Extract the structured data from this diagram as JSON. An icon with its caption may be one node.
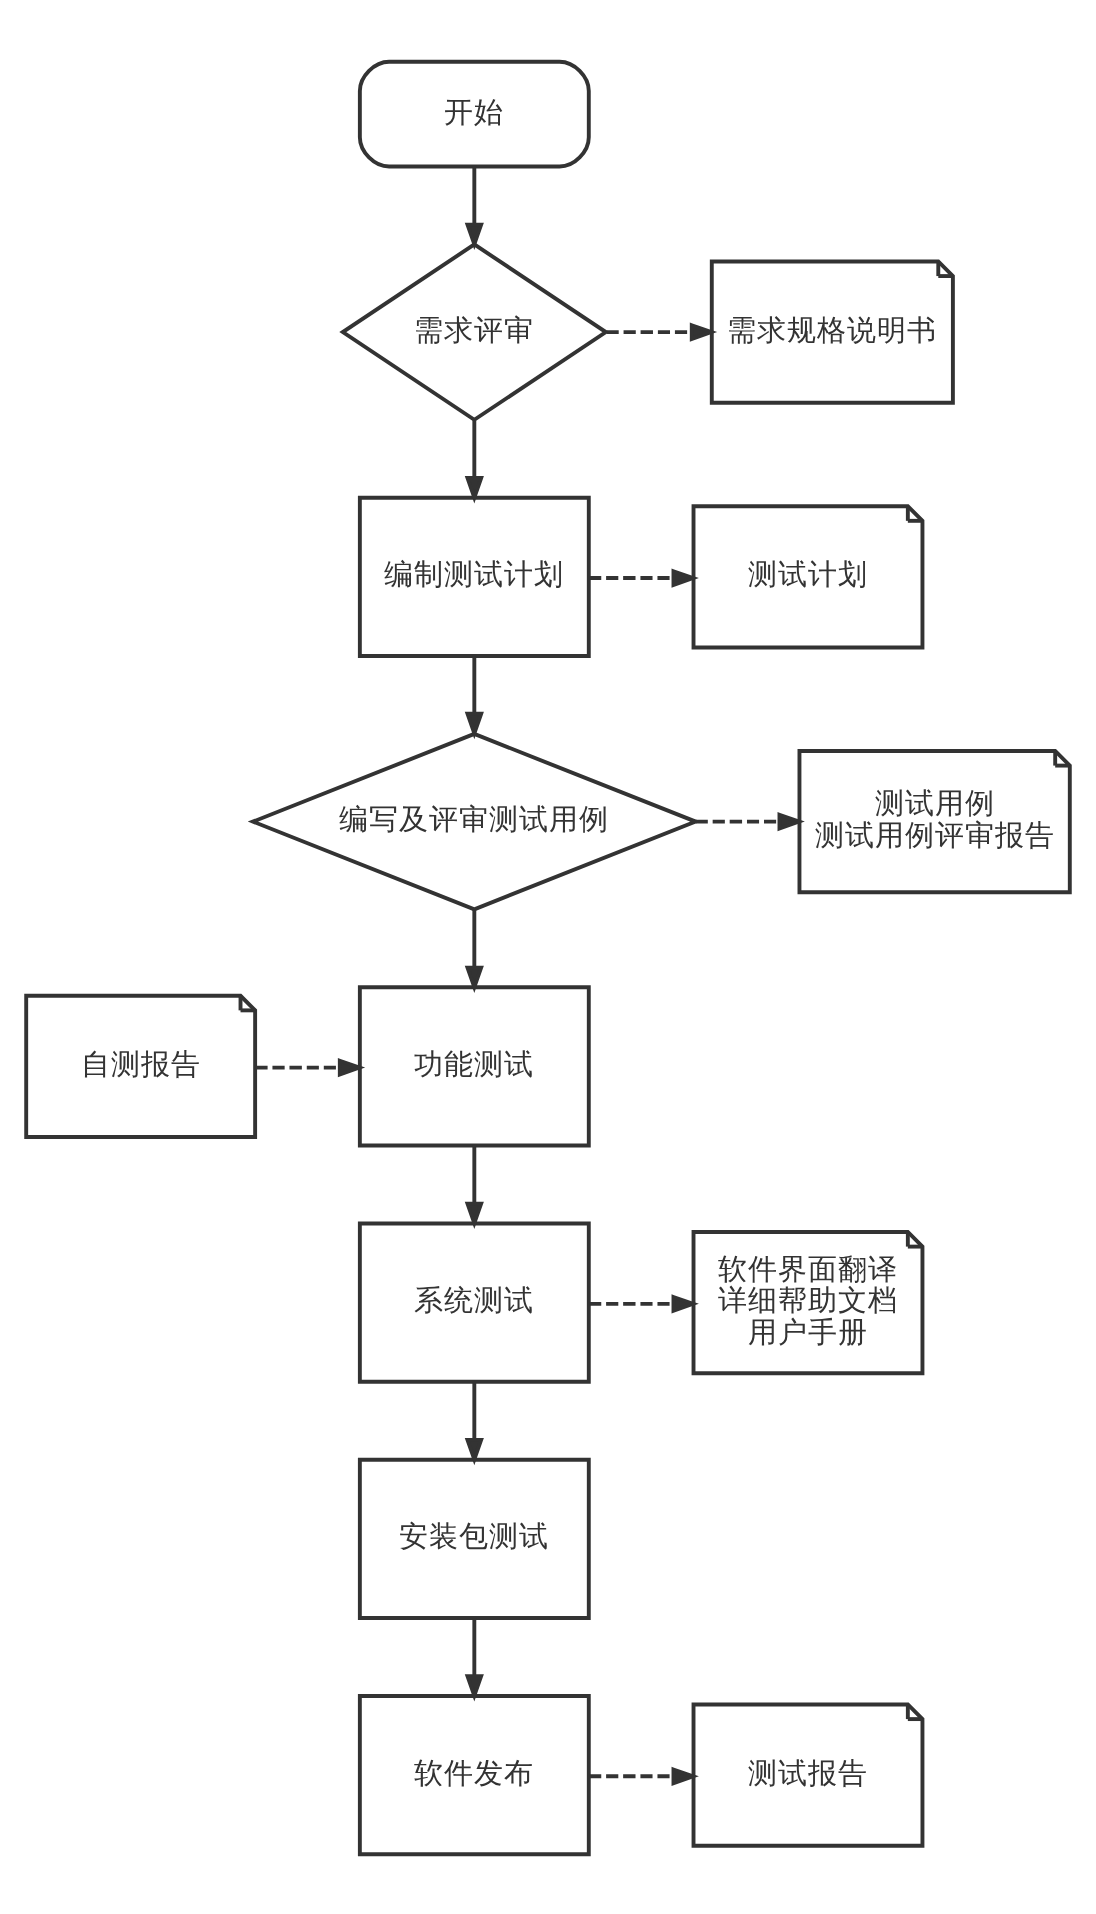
{
  "diagram": {
    "nodes": [
      {
        "text": [
          "开始"
        ]
      },
      {
        "text": [
          "需求评审"
        ]
      },
      {
        "text": [
          "需求规格说明书"
        ]
      },
      {
        "text": [
          "编制测试计划"
        ]
      },
      {
        "text": [
          "测试计划"
        ]
      },
      {
        "text": [
          "编写及评审测试用例"
        ]
      },
      {
        "text": [
          "测试用例",
          "测试用例评审报告"
        ]
      },
      {
        "text": [
          "自测报告"
        ]
      },
      {
        "text": [
          "功能测试"
        ]
      },
      {
        "text": [
          "系统测试"
        ]
      },
      {
        "text": [
          "软件界面翻译",
          "详细帮助文档",
          "用户手册"
        ]
      },
      {
        "text": [
          "安装包测试"
        ]
      },
      {
        "text": [
          "软件发布"
        ]
      },
      {
        "text": [
          "测试报告"
        ]
      }
    ],
    "edges": [
      {
        "from": 0,
        "to": 1,
        "arrow": "to"
      },
      {
        "from": 1,
        "to": 2,
        "arrow": "to",
        "style": "dashed"
      },
      {
        "from": 1,
        "to": 3,
        "arrow": "to"
      },
      {
        "from": 3,
        "to": 4,
        "arrow": "to",
        "style": "dashed"
      },
      {
        "from": 3,
        "to": 5,
        "arrow": "to"
      },
      {
        "from": 5,
        "to": 6,
        "arrow": "to",
        "style": "dashed"
      },
      {
        "from": 5,
        "to": 8,
        "arrow": "to"
      },
      {
        "from": 7,
        "to": 8,
        "arrow": "to",
        "style": "dashed"
      },
      {
        "from": 8,
        "to": 9,
        "arrow": "to"
      },
      {
        "from": 9,
        "to": 10,
        "arrow": "to",
        "style": "dashed"
      },
      {
        "from": 9,
        "to": 11,
        "arrow": "to"
      },
      {
        "from": 11,
        "to": 12,
        "arrow": "to"
      },
      {
        "from": 12,
        "to": 13,
        "arrow": "to",
        "style": "dashed"
      }
    ]
  }
}
